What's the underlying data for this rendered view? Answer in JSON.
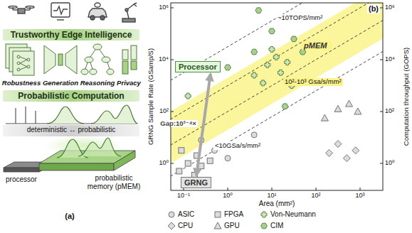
{
  "diagram": {
    "nodes": [
      {
        "text": [
          "Trustworthy Edge Intelligence"
        ]
      },
      {
        "text": [
          "Probabilistic Computation"
        ]
      },
      {
        "text": [
          "Processor"
        ]
      },
      {
        "text": [
          "pMEM"
        ]
      },
      {
        "text": [
          "GRNG"
        ]
      }
    ],
    "edges": [
      {
        "from": 2,
        "to": 4,
        "arrow": "both",
        "label": "Gap:10³⁻⁴×"
      }
    ],
    "labels": [
      "(a)",
      "Robustness",
      "Generation",
      "Reasoning",
      "Privacy",
      "deterministic ↔ probabilistic",
      "processor",
      "probabilistic memory (pMEM)",
      "(b)",
      "GRNG Sample Rate (GSamp/S)",
      "Computation throughput (GOPS)",
      "Area (mm²)",
      "10⁶",
      "10⁴",
      "10²",
      "10⁰",
      "10⁶",
      "10⁴",
      "10²",
      "10⁰",
      "10⁻¹",
      "10⁰",
      "10¹",
      "10²",
      "10³",
      "~10TOPS/mm²",
      "10²-10³ Gsa/s/mm²",
      "<10GSa/s/mm²"
    ],
    "legend": [
      {
        "text": "ASIC"
      },
      {
        "text": "FPGA"
      },
      {
        "text": "Von-Neumann"
      },
      {
        "text": "CPU"
      },
      {
        "text": "GPU"
      },
      {
        "text": "CIM"
      }
    ]
  }
}
